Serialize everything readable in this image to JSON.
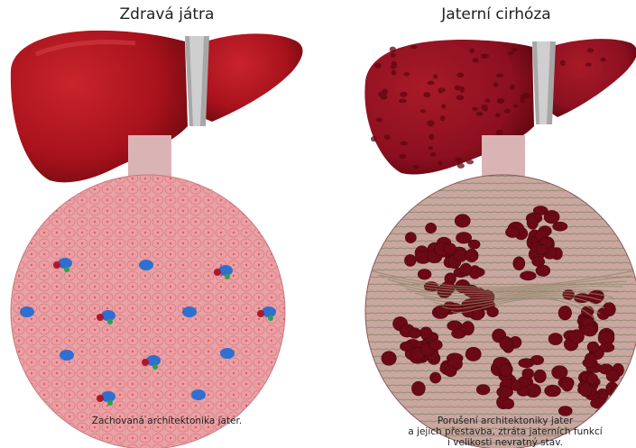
{
  "left_panel": {
    "title": "Zdravá játra",
    "caption": "Zachovaná architektonika jater."
  },
  "right_panel": {
    "title": "Jaterní cirhóza",
    "caption_lines": [
      "Porušení architektoniky jater",
      "a jejich přestavba, ztráta jaterních funkcí",
      "i velikosti  nevratný stav."
    ]
  },
  "colors": {
    "liver": "#a8121c",
    "liver_dark": "#7a0b12",
    "cirrhotic": "#8c1020",
    "nodule": "#6b0a14",
    "arrow": "#d9b0b2",
    "tissue": "#e79ca0",
    "septa": "#9e8a6a",
    "portal_blue": "#2e6fd1",
    "portal_green": "#2ea14a",
    "ligament": "#9a9a9a"
  }
}
